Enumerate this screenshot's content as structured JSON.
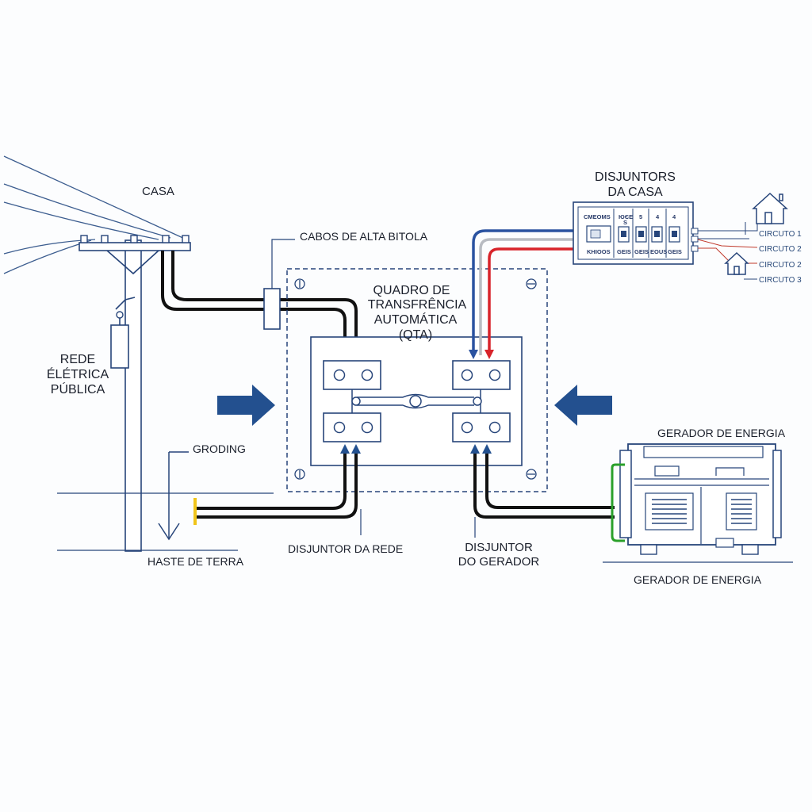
{
  "labels": {
    "casa": "CASA",
    "rede_line1": "REDE",
    "rede_line2": "ÉLÉTRICA",
    "rede_line3": "PÚBLICA",
    "cabos": "CABOS DE ALTA BITOLA",
    "qta_line1": "QUADRO DE",
    "qta_line2": "TRANSFRÊNCIA",
    "qta_line3": "AUTOMÁTICA",
    "qta_line4": "(QTA)",
    "grounding": "GRODING",
    "haste": "HASTE DE TERRA",
    "disjuntor_rede": "DISJUNTOR DA REDE",
    "disjuntor_gerador_line1": "DISJUNTOR",
    "disjuntor_gerador_line2": "DO GERADOR",
    "gerador_top": "GERADOR DE ENERGIA",
    "gerador_bottom": "GERADOR DE ENERGIA",
    "disjuntores_line1": "DISJUNTORS",
    "disjuntores_line2": "DA CASA",
    "circuits": [
      "CIRCUTO 1",
      "CIRCUTO 2",
      "CIRCUTO 2",
      "CIRCUTO 3"
    ],
    "panel_top": [
      "CMEOMS",
      "ЮЄЕ",
      "5",
      "4",
      "4"
    ],
    "panel_top_sub": "S",
    "panel_bottom": [
      "KHIOOS",
      "GEIS",
      "GEIS",
      "EOUS",
      "GEIS"
    ]
  },
  "colors": {
    "blueprint": "#27457a",
    "arrow": "#23508f",
    "cable_black": "#111111",
    "cable_blue": "#2a52a0",
    "cable_grey": "#b9bcc2",
    "cable_red": "#d8232a",
    "ground_yellow": "#f0c419",
    "ground_green": "#2aa02a"
  },
  "icons": [
    "pole-icon",
    "transformer-icon",
    "ground-rod-icon",
    "house-icon",
    "generator-icon",
    "breaker-panel-icon",
    "flow-arrow-icon",
    "screw-icon"
  ]
}
